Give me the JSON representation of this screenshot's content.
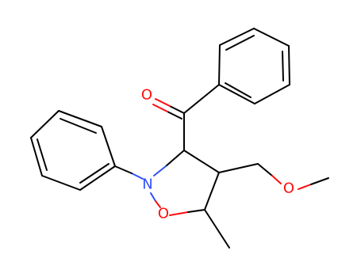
{
  "molecule": {
    "colors": {
      "carbon": "#000000",
      "oxygen": "#ff0d0d",
      "nitrogen": "#3050f8",
      "background": "#ffffff"
    },
    "atom_labels": {
      "carbonyl_oxygen": "O",
      "ring_nitrogen": "N",
      "ring_oxygen": "O",
      "ether_oxygen": "O"
    }
  }
}
